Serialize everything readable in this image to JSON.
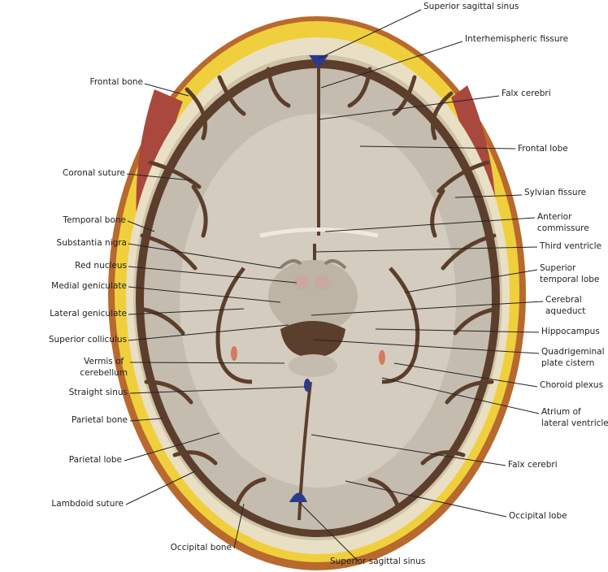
{
  "title": "Axial section of the head at the level of the midbrain",
  "colors": {
    "scalp": "#b8692e",
    "fat": "#f0cf3c",
    "bone": "#e9dfc4",
    "csf": "#5c3e2c",
    "gray_matter": "#c4bcae",
    "white_matter": "#d9d3c8",
    "muscle": "#a9483c",
    "sinus": "#2b3a8f"
  },
  "labels": {
    "left": [
      {
        "text": "Frontal bone"
      },
      {
        "text": "Coronal suture"
      },
      {
        "text": "Temporal bone"
      },
      {
        "text": "Substantia nigra"
      },
      {
        "text": "Red nucleus"
      },
      {
        "text": "Medial geniculate"
      },
      {
        "text": "Lateral geniculate"
      },
      {
        "text": "Superior colliculus"
      },
      {
        "text": "Vermis of\ncerebellum"
      },
      {
        "text": "Straight sinus"
      },
      {
        "text": "Parietal bone"
      },
      {
        "text": "Parietal lobe"
      },
      {
        "text": "Lambdoid suture"
      },
      {
        "text": "Occipital bone"
      }
    ],
    "right": [
      {
        "text": "Superior sagittal sinus"
      },
      {
        "text": "Interhemispheric fissure"
      },
      {
        "text": "Falx cerebri"
      },
      {
        "text": "Frontal lobe"
      },
      {
        "text": "Sylvian fissure"
      },
      {
        "text": "Anterior\ncommissure"
      },
      {
        "text": "Third ventricle"
      },
      {
        "text": "Superior\ntemporal lobe"
      },
      {
        "text": "Cerebral\naqueduct"
      },
      {
        "text": "Hippocampus"
      },
      {
        "text": "Quadrigeminal\nplate cistern"
      },
      {
        "text": "Choroid plexus"
      },
      {
        "text": "Atrium of\nlateral ventricle"
      },
      {
        "text": "Falx cerebri"
      },
      {
        "text": "Occipital lobe"
      },
      {
        "text": "Superior sagittal sinus"
      }
    ]
  }
}
